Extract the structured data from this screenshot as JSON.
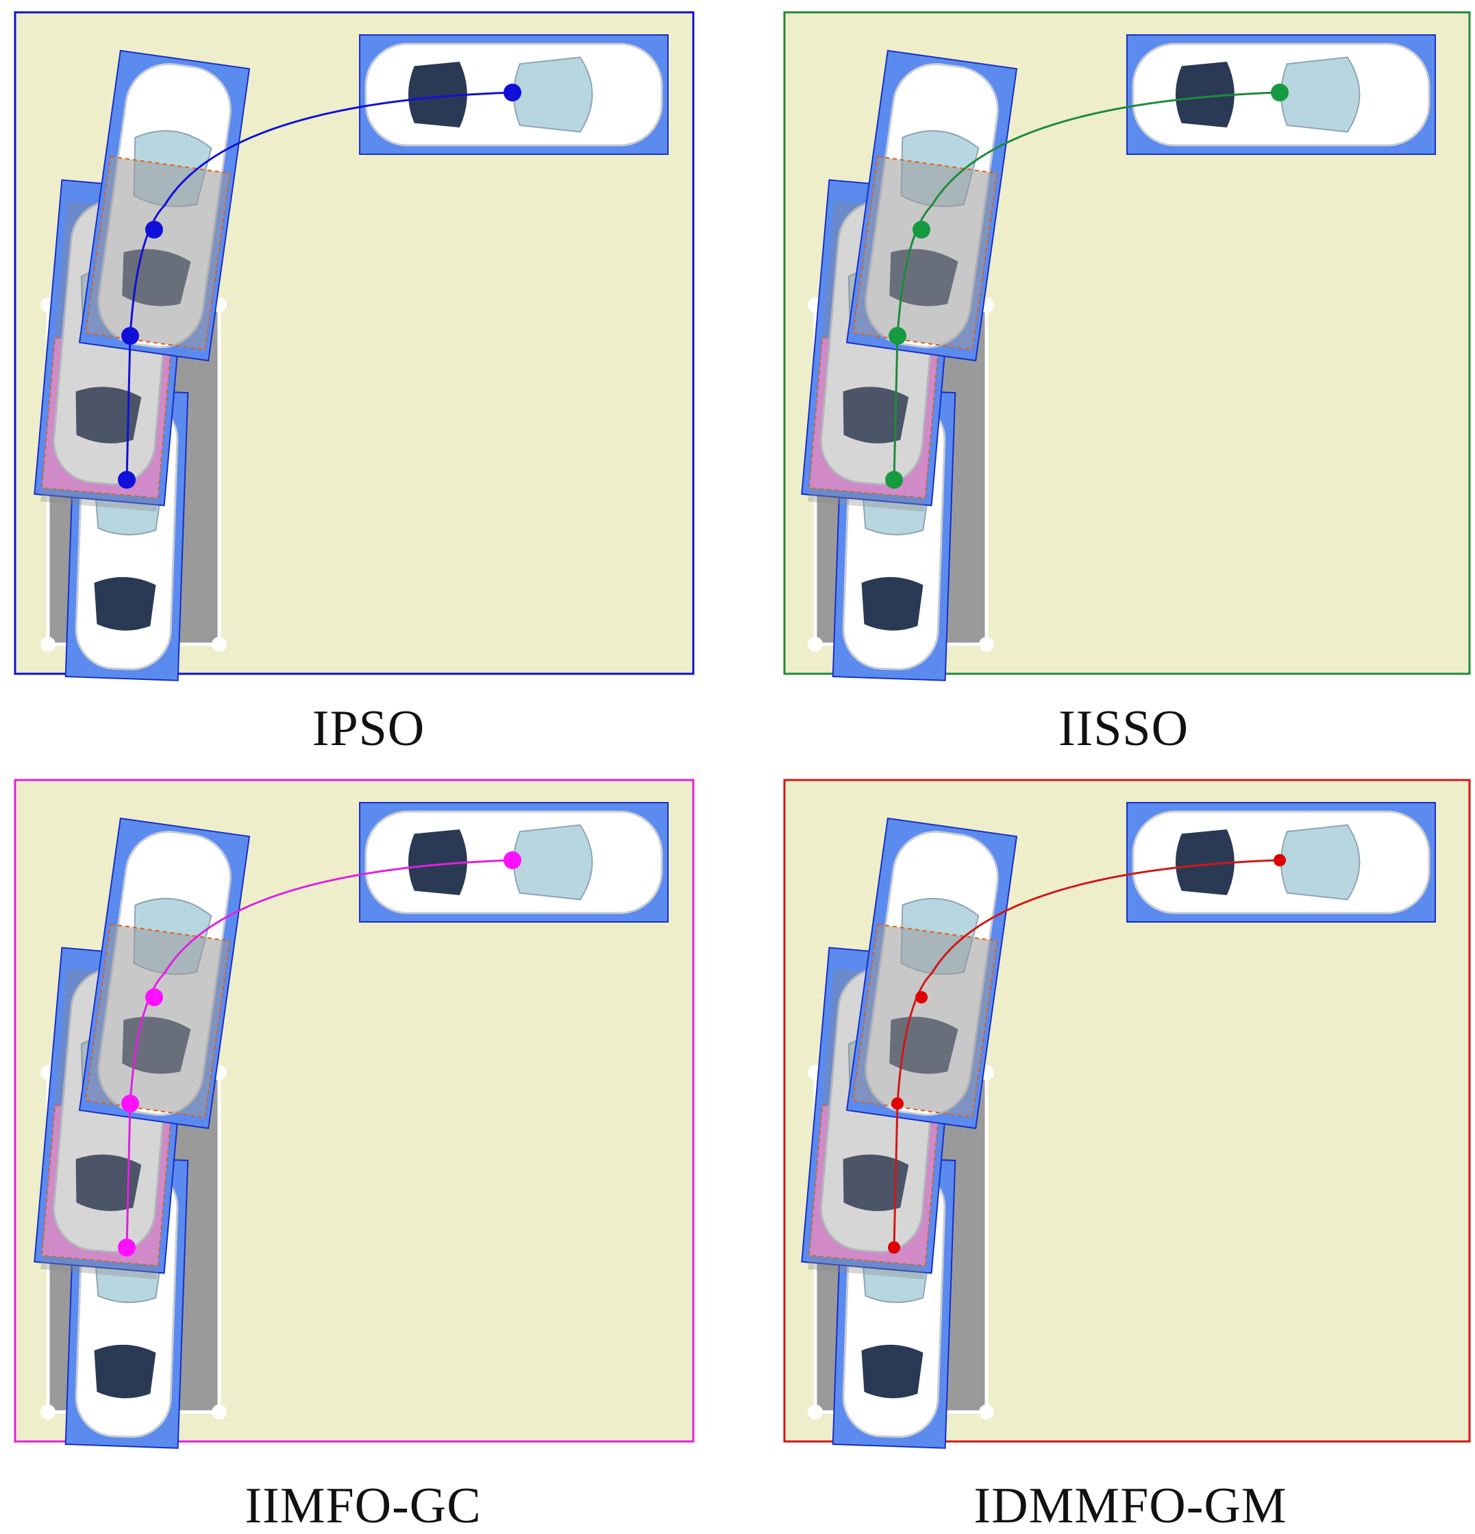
{
  "panels": [
    {
      "id": "ipso",
      "label": "IPSO",
      "color": "#1010d8",
      "dot_color": "#1010d8"
    },
    {
      "id": "iisso",
      "label": "IISSO",
      "color": "#1f8a3a",
      "dot_color": "#169a40"
    },
    {
      "id": "iimfo-gc",
      "label": "IIMFO-GC",
      "color": "#e020e0",
      "dot_color": "#ff10ff"
    },
    {
      "id": "idmmfo-gm",
      "label": "IDMMFO-GM",
      "color": "#d01818",
      "dot_color": "#e00000"
    }
  ],
  "colors": {
    "field": "#eeeecb",
    "parking_slot": "#9a9a9a",
    "car_box": "#5b8bef",
    "car_box_edge": "#1a2fc0",
    "overlap_pink": "#f48ae8",
    "car_body": "#ffffff",
    "car_glass": "#2a3a55",
    "car_windshield": "#b8d6e0",
    "dash_orange": "#e06010"
  },
  "icons": [
    "car-icon",
    "parking-slot-icon",
    "waypoint-icon"
  ]
}
